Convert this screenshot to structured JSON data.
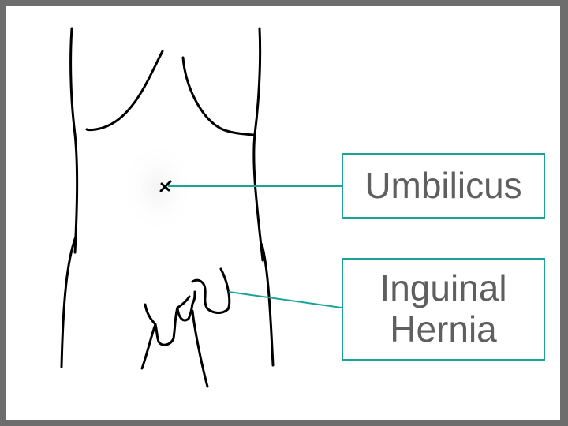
{
  "labels": {
    "umbilicus": "Umbilicus",
    "hernia_line1": "Inguinal",
    "hernia_line2": "Hernia"
  },
  "colors": {
    "frame": "#6d6d6d",
    "accent": "#1aa39a",
    "text": "#5f5f5f",
    "ink": "#000000"
  }
}
